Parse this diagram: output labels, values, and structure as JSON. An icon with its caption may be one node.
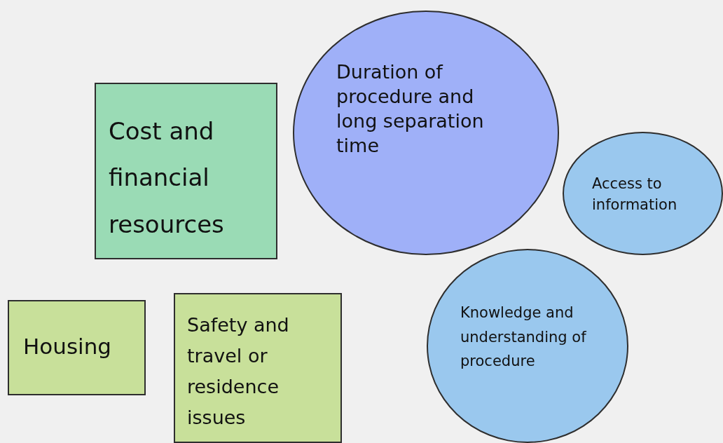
{
  "diagram": {
    "nodes": [
      {
        "text": [
          "Cost and financial resources"
        ]
      },
      {
        "text": [
          "Duration of procedure and long separation time"
        ]
      },
      {
        "text": [
          "Access to information"
        ]
      },
      {
        "text": [
          "Housing"
        ]
      },
      {
        "text": [
          "Safety and travel or residence issues"
        ]
      },
      {
        "text": [
          "Knowledge and understanding of procedure"
        ]
      }
    ]
  }
}
